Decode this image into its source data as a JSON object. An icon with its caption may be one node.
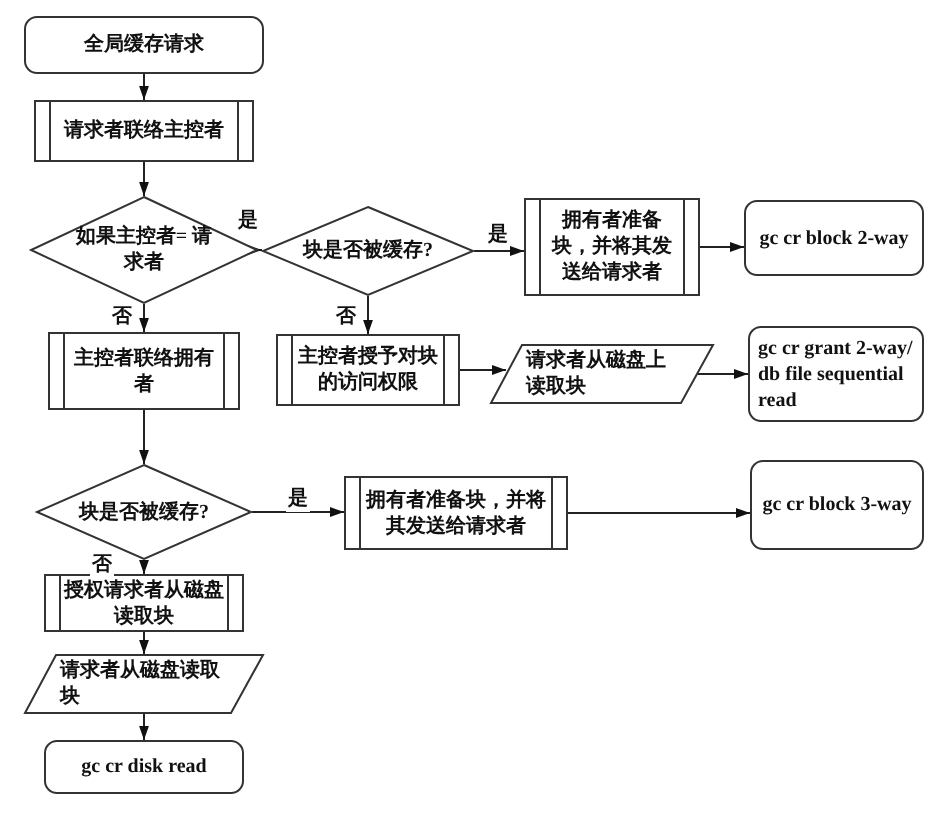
{
  "diagram": {
    "nodes": [
      {
        "text": [
          "全局缓存请求"
        ]
      },
      {
        "text": [
          "请求者联络主控者"
        ]
      },
      {
        "text": [
          "如果主控者= 请求者"
        ]
      },
      {
        "text": [
          "块是否被缓存?"
        ]
      },
      {
        "text": [
          "拥有者准备块，并将其发送给请求者"
        ]
      },
      {
        "text": [
          "gc cr block 2-way"
        ]
      },
      {
        "text": [
          "主控者联络拥有者"
        ]
      },
      {
        "text": [
          "主控者授予对块的访问权限"
        ]
      },
      {
        "text": [
          "请求者从磁盘上读取块"
        ]
      },
      {
        "text": [
          "gc cr grant 2-way/ db file sequential read"
        ]
      },
      {
        "text": [
          "块是否被缓存?"
        ]
      },
      {
        "text": [
          "拥有者准备块，并将其发送给请求者"
        ]
      },
      {
        "text": [
          "gc cr block 3-way"
        ]
      },
      {
        "text": [
          "授权请求者从磁盘读取块"
        ]
      },
      {
        "text": [
          "请求者从磁盘读取块"
        ]
      },
      {
        "text": [
          "gc cr disk read"
        ]
      }
    ],
    "edges": [
      {
        "from": 0,
        "to": 1,
        "arrow": "to"
      },
      {
        "from": 1,
        "to": 2,
        "arrow": "to"
      },
      {
        "from": 2,
        "to": 3,
        "arrow": "to",
        "label": "是"
      },
      {
        "from": 3,
        "to": 4,
        "arrow": "to",
        "label": "是"
      },
      {
        "from": 4,
        "to": 5,
        "arrow": "to"
      },
      {
        "from": 2,
        "to": 6,
        "arrow": "to",
        "label": "否"
      },
      {
        "from": 3,
        "to": 7,
        "arrow": "to",
        "label": "否"
      },
      {
        "from": 7,
        "to": 8,
        "arrow": "to"
      },
      {
        "from": 8,
        "to": 9,
        "arrow": "to"
      },
      {
        "from": 6,
        "to": 10,
        "arrow": "to"
      },
      {
        "from": 10,
        "to": 11,
        "arrow": "to",
        "label": "是"
      },
      {
        "from": 11,
        "to": 12,
        "arrow": "to"
      },
      {
        "from": 10,
        "to": 13,
        "arrow": "to",
        "label": "否"
      },
      {
        "from": 13,
        "to": 14,
        "arrow": "to"
      },
      {
        "from": 14,
        "to": 15,
        "arrow": "to"
      }
    ]
  }
}
